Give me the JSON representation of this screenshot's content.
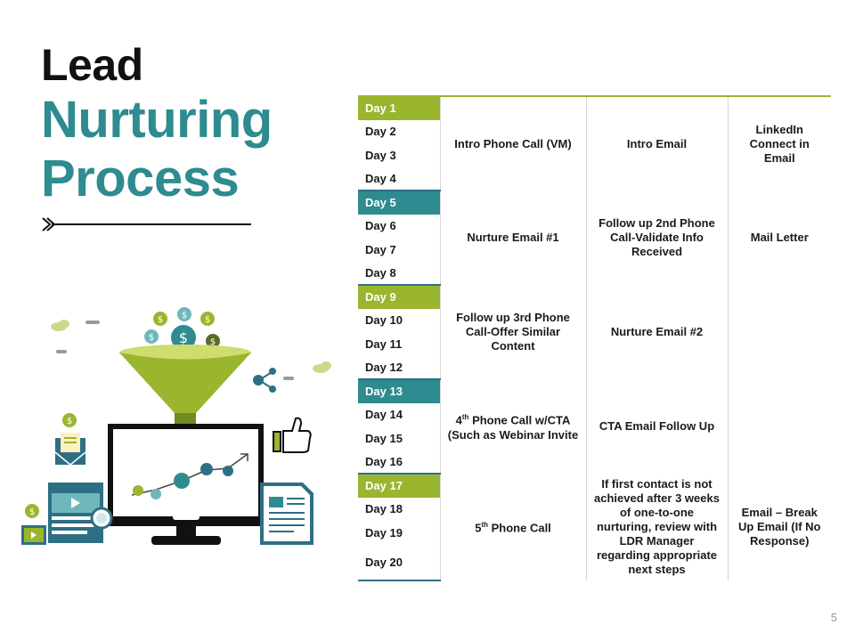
{
  "title": {
    "line1": "Lead",
    "line2": "Nurturing",
    "line3": "Process"
  },
  "colors": {
    "accent_teal": "#2e8b8f",
    "accent_green": "#9ab52e",
    "dark": "#111111",
    "rule": "#2e6f84"
  },
  "table": {
    "groups": [
      {
        "days": [
          "Day 1",
          "Day 2",
          "Day 3",
          "Day 4"
        ],
        "highlight": "green",
        "col1": "Intro Phone Call (VM)",
        "col2": "Intro Email",
        "col3": "LinkedIn Connect in Email"
      },
      {
        "days": [
          "Day 5",
          "Day 6",
          "Day 7",
          "Day 8"
        ],
        "highlight": "teal",
        "col1": "Nurture Email #1",
        "col2": "Follow up 2nd Phone Call-Validate Info Received",
        "col3": "Mail Letter"
      },
      {
        "days": [
          "Day 9",
          "Day 10",
          "Day 11",
          "Day 12"
        ],
        "highlight": "green",
        "col1": "Follow up 3rd Phone Call-Offer Similar Content",
        "col2": "Nurture Email #2",
        "col3": ""
      },
      {
        "days": [
          "Day 13",
          "Day 14",
          "Day 15",
          "Day 16"
        ],
        "highlight": "teal",
        "col1_num": "4",
        "col1_sup": "th",
        "col1_rest": " Phone Call w/CTA (Such as Webinar Invite",
        "col2": "CTA Email Follow Up",
        "col3": ""
      },
      {
        "days": [
          "Day 17",
          "Day 18",
          "Day 19",
          "Day 20"
        ],
        "highlight": "green",
        "col1_num": "5",
        "col1_sup": "th",
        "col1_rest": " Phone Call",
        "col2": "If first contact is not achieved after 3 weeks of one-to-one nurturing, review with LDR Manager regarding appropriate next steps",
        "col3": "Email – Break Up Email (If No Response)"
      }
    ]
  },
  "illustration": {
    "icons": [
      "funnel-icon",
      "coin-icon",
      "monitor-icon",
      "growth-chart-icon",
      "thumbs-up-icon",
      "share-icon",
      "email-icon",
      "document-icon",
      "video-player-icon",
      "magnifier-icon",
      "cloud-icon"
    ]
  },
  "page_number": "5"
}
